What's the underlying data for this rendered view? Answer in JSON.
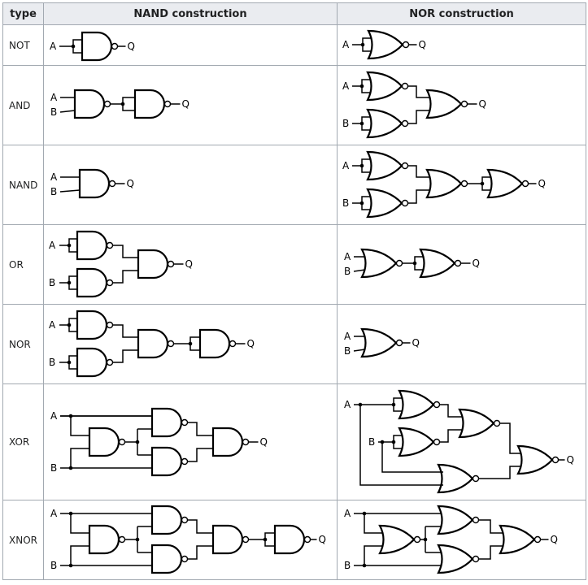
{
  "headers": {
    "type": "type",
    "nand": "NAND construction",
    "nor": "NOR construction"
  },
  "rows": [
    {
      "type": "NOT"
    },
    {
      "type": "AND"
    },
    {
      "type": "NAND"
    },
    {
      "type": "OR"
    },
    {
      "type": "NOR"
    },
    {
      "type": "XOR"
    },
    {
      "type": "XNOR"
    }
  ],
  "labels": {
    "a": "A",
    "b": "B",
    "q": "Q"
  },
  "colors": {
    "header_bg": "#eaecf0",
    "border": "#a2a9b1",
    "line": "#000000"
  }
}
